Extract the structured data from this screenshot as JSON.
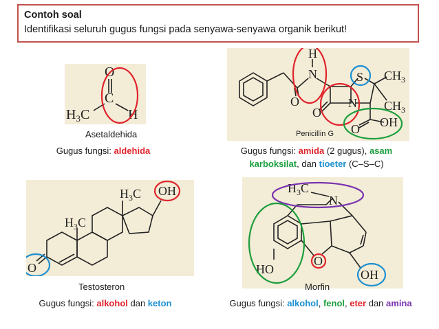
{
  "header": {
    "title": "Contoh soal",
    "subtitle": "Identifikasi seluruh gugus fungsi pada senyawa-senyawa organik berikut!"
  },
  "acetaldehyde": {
    "name": "Asetaldehida",
    "prefix": "Gugus fungsi: ",
    "group": "aldehida",
    "labels": {
      "o": "O",
      "c": "C",
      "h3c": "H",
      "h3c_sub": "3",
      "h3c_c": "C",
      "h": "H"
    }
  },
  "penicillin": {
    "name": "Penicillin G",
    "prefix": "Gugus fungsi: ",
    "amide": "amida",
    "amide_count": " (2 gugus), ",
    "acid": "asam karboksilat",
    "joiner": ", dan ",
    "thioether": "tioeter",
    "thioether_note": " (C–S–C)",
    "labels": {
      "h": "H",
      "n": "N",
      "o1": "O",
      "o2": "O",
      "n2": "N",
      "s": "S",
      "ch3a": "CH",
      "ch3a_sub": "3",
      "ch3b": "CH",
      "ch3b_sub": "3",
      "o3": "O",
      "oh": "OH"
    }
  },
  "testosterone": {
    "name": "Testosteron",
    "prefix": "Gugus fungsi: ",
    "alcohol": "alkohol",
    "joiner": " dan ",
    "ketone": "keton",
    "labels": {
      "h3c_top": "H",
      "h3c_top_sub": "3",
      "h3c_top_c": "C",
      "oh": "OH",
      "h3c_mid": "H",
      "h3c_mid_sub": "3",
      "h3c_mid_c": "C",
      "o": "O"
    }
  },
  "morphine": {
    "name": "Morfin",
    "prefix": "Gugus fungsi: ",
    "alcohol": "alkohol",
    "sep1": ", ",
    "phenol": "fenol",
    "sep2": ", ",
    "ether": "eter",
    "joiner": " dan ",
    "amine": "amina",
    "labels": {
      "h3c": "H",
      "h3c_sub": "3",
      "h3c_c": "C",
      "n": "N",
      "ho": "HO",
      "o": "O",
      "oh": "OH"
    }
  },
  "colors": {
    "red": "#e0242c",
    "green": "#1b9e3c",
    "blue": "#1c8fd1",
    "purple": "#7a33b0",
    "header_border": "#c0504d",
    "panel": "#f3ecd7"
  }
}
